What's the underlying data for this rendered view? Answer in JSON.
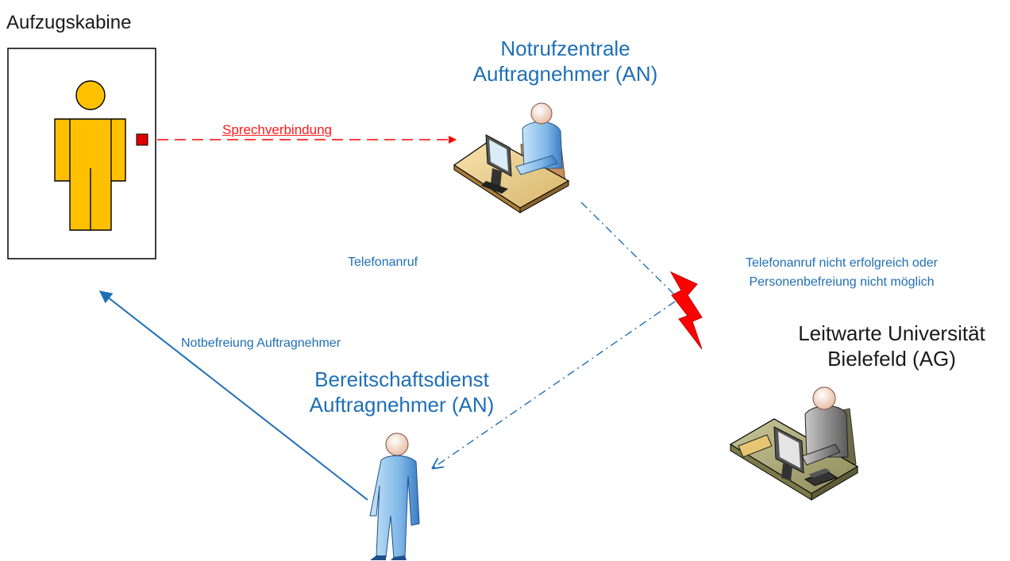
{
  "labels": {
    "cabin": "Aufzugskabine",
    "call_center_line1": "Notrufzentrale",
    "call_center_line2": "Auftragnehmer (AN)",
    "speech_link": "Sprechverbindung",
    "phone_call": "Telefonanruf",
    "failure_line1": "Telefonanruf nicht erfolgreich oder",
    "failure_line2": "Personenbefreiung nicht möglich",
    "control_room_line1": "Leitwarte Universität",
    "control_room_line2": "Bielefeld (AG)",
    "standby_line1": "Bereitschaftsdienst",
    "standby_line2": "Auftragnehmer (AN)",
    "rescue": "Notbefreiung Auftragnehmer"
  },
  "colors": {
    "person_yellow": "#ffc000",
    "speech_red": "#ff0000",
    "flow_blue": "#1f6fb5",
    "bolt_red": "#ff0000",
    "standby_person": "#7fb8e8"
  },
  "icons": [
    "elevator-person-icon",
    "call-button-icon",
    "operator-desk-icon",
    "lightning-icon",
    "control-room-desk-icon",
    "standby-person-icon"
  ]
}
